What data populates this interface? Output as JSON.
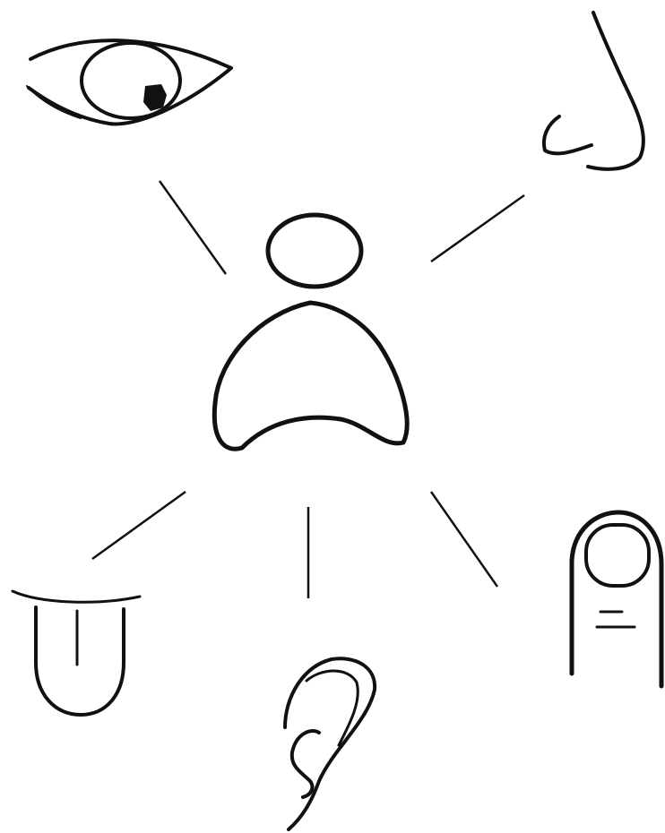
{
  "diagram": {
    "center": {
      "name": "person",
      "parts": [
        "head",
        "body"
      ]
    },
    "senses": [
      {
        "key": "eye",
        "icon": "eye-icon"
      },
      {
        "key": "nose",
        "icon": "nose-icon"
      },
      {
        "key": "tongue",
        "icon": "tongue-icon"
      },
      {
        "key": "ear",
        "icon": "ear-icon"
      },
      {
        "key": "finger",
        "icon": "finger-icon"
      }
    ],
    "colors": {
      "ink": "#111111",
      "background": "#ffffff"
    }
  }
}
